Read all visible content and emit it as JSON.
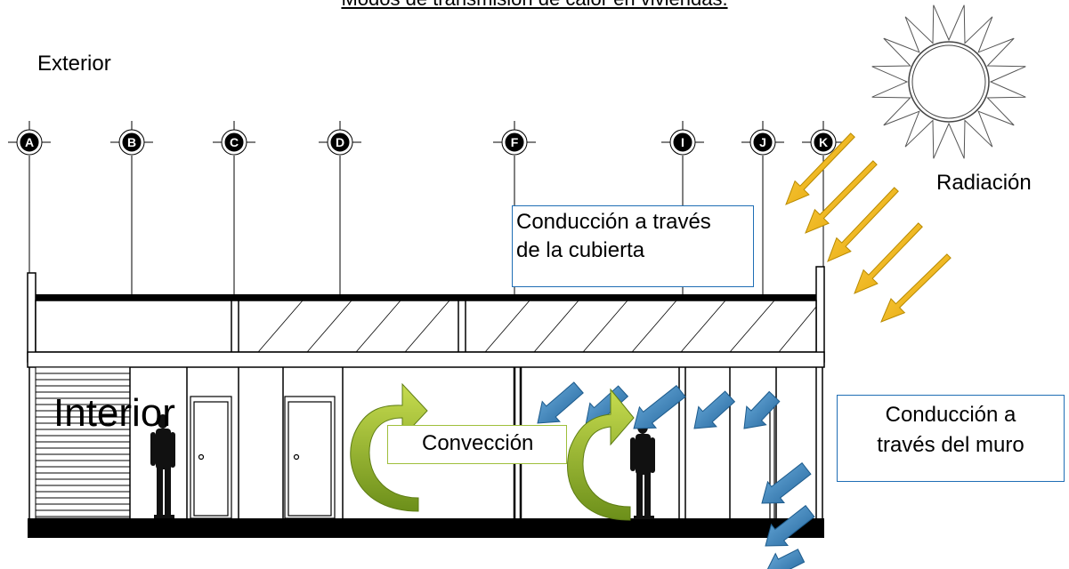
{
  "title": "Modos de transmisión de calor en viviendas.",
  "labels": {
    "exterior": "Exterior",
    "interior": "Interior",
    "radiation": "Radiación",
    "roof_conduction_line1": "Conducción a través",
    "roof_conduction_line2": "de la cubierta",
    "wall_conduction_line1": "Conducción a",
    "wall_conduction_line2": "través del muro",
    "convection": "Convección"
  },
  "grid_axes": [
    "A",
    "B",
    "C",
    "D",
    "F",
    "I",
    "J",
    "K"
  ],
  "colors": {
    "radiation_arrow": "#f2b705",
    "conduction_arrow": "#2f7fb8",
    "convection_arrow": "#8fb22a",
    "box_border": "#1f6eb5",
    "convection_box_border": "#9fbf3b"
  }
}
